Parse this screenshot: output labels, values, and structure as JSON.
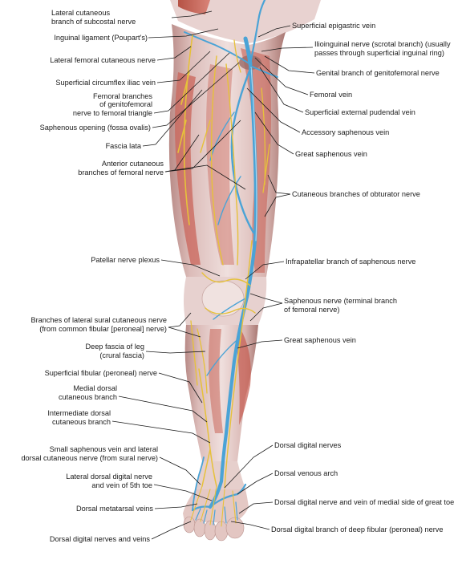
{
  "labels": {
    "subcostal_1": "Lateral cutaneous",
    "subcostal_2": "branch of subcostal nerve",
    "inguinal": "Inguinal ligament (Poupart's)",
    "lat_fem_cut": "Lateral femoral cutaneous nerve",
    "circumflex": "Superficial circumflex iliac vein",
    "femoral_br_1": "Femoral branches",
    "femoral_br_2": "of genitofemoral",
    "femoral_br_3": "nerve to femoral triangle",
    "saph_opening": "Saphenous opening (fossa ovalis)",
    "fascia_lata": "Fascia lata",
    "ant_cut_1": "Anterior cutaneous",
    "ant_cut_2": "branches of femoral nerve",
    "patellar": "Patellar nerve plexus",
    "sural_1": "Branches of lateral sural cutaneous nerve",
    "sural_2": "(from common fibular [peroneal] nerve)",
    "deep_fascia_1": "Deep fascia of leg",
    "deep_fascia_2": "(crural fascia)",
    "sup_fibular": "Superficial fibular (peroneal) nerve",
    "medial_dorsal_1": "Medial dorsal",
    "medial_dorsal_2": "cutaneous branch",
    "inter_dorsal_1": "Intermediate dorsal",
    "inter_dorsal_2": "cutaneous branch",
    "small_saph_1": "Small saphenous vein and lateral",
    "small_saph_2": "dorsal cutaneous nerve (from sural nerve)",
    "lat_dorsal_digital_1": "Lateral dorsal digital nerve",
    "lat_dorsal_digital_2": "and vein of 5th toe",
    "dorsal_metatarsal": "Dorsal metatarsal veins",
    "dorsal_digital_nv": "Dorsal digital nerves and veins",
    "sup_epigastric": "Superficial epigastric vein",
    "ilioinguinal_1": "Ilioinguinal nerve (scrotal branch) (usually",
    "ilioinguinal_2": "passes through superficial inguinal ring)",
    "genital_branch": "Genital branch of genitofemoral nerve",
    "femoral_vein": "Femoral vein",
    "sup_ext_pudendal": "Superficial external pudendal vein",
    "accessory_saph": "Accessory saphenous vein",
    "great_saph_upper": "Great saphenous vein",
    "obturator": "Cutaneous branches of obturator nerve",
    "infrapatellar": "Infrapatellar branch of saphenous nerve",
    "saph_nerve_1": "Saphenous nerve (terminal branch",
    "saph_nerve_2": "of femoral nerve)",
    "great_saph_lower": "Great saphenous vein",
    "dorsal_digital_nerves": "Dorsal digital nerves",
    "dorsal_venous_arch": "Dorsal venous arch",
    "great_toe": "Dorsal digital nerve and vein of medial side of great toe",
    "deep_fibular": "Dorsal digital branch of deep fibular (peroneal) nerve"
  },
  "colors": {
    "vein": "#4aa3d6",
    "nerve": "#e6c13a",
    "muscle": "#c85a4e",
    "fascia": "#e4cfcf",
    "skin_shadow": "#b98a86"
  }
}
